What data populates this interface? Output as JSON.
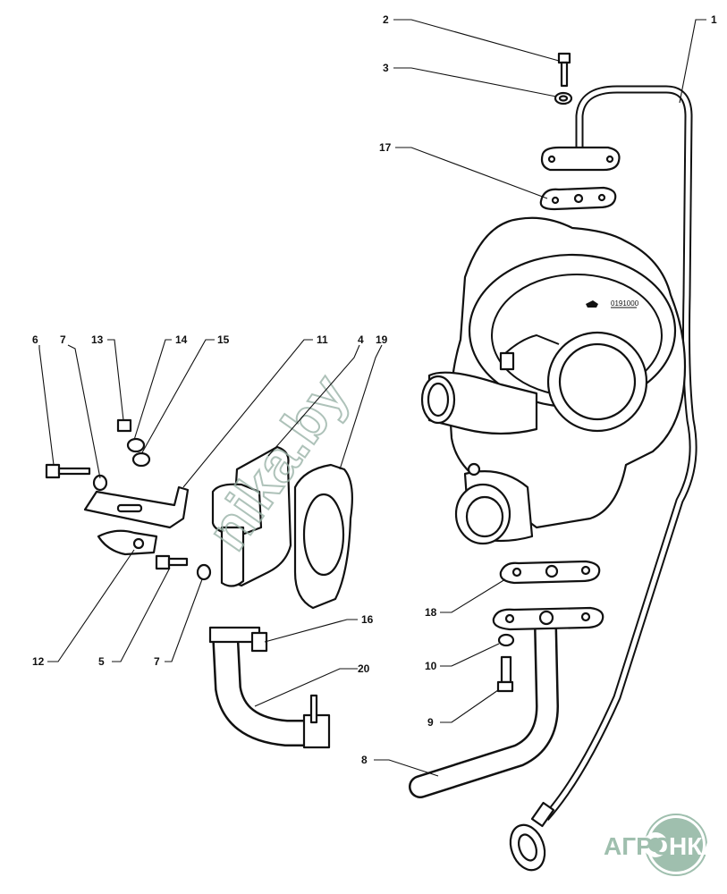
{
  "diagram": {
    "part_number": "0191000",
    "callouts": [
      "1",
      "2",
      "3",
      "17",
      "6",
      "7",
      "13",
      "14",
      "15",
      "11",
      "4",
      "19",
      "12",
      "5",
      "7",
      "16",
      "20",
      "18",
      "10",
      "9",
      "8"
    ]
  },
  "watermark": "nika.by",
  "logo": {
    "left": "АГРО",
    "right": "НКА",
    "color": "#9fbfae"
  }
}
